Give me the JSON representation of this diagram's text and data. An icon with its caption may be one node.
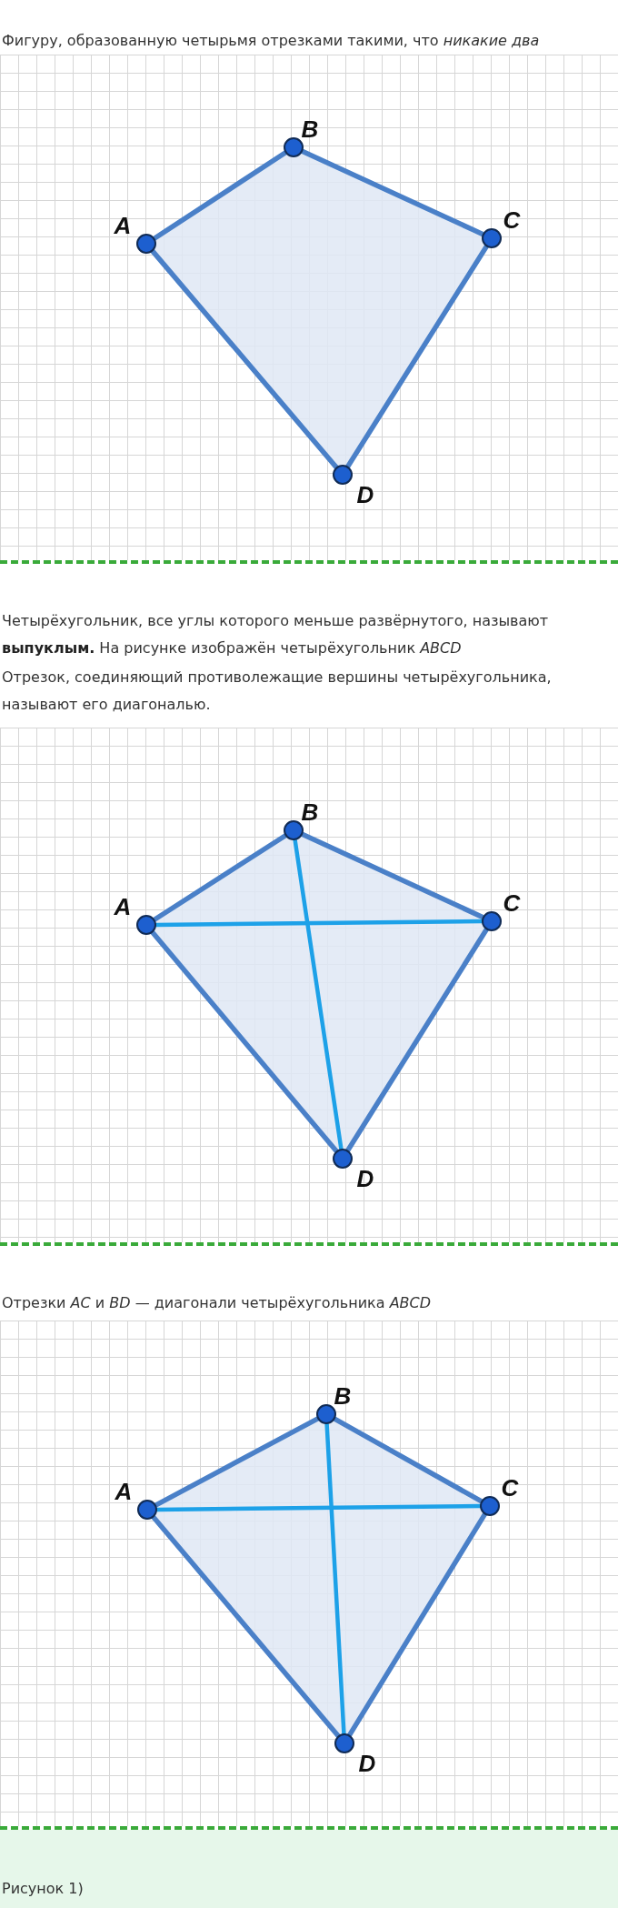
{
  "diagram": {
    "nodes": [
      {
        "text": [],
        "shape": "circle",
        "beside": [
          "A"
        ]
      },
      {
        "text": [],
        "shape": "circle",
        "beside": [
          "B"
        ]
      },
      {
        "text": [],
        "shape": "circle",
        "beside": [
          "C"
        ]
      },
      {
        "text": [],
        "shape": "circle",
        "beside": [
          "D"
        ]
      },
      {
        "text": [],
        "shape": "circle",
        "beside": [
          "A"
        ]
      },
      {
        "text": [],
        "shape": "circle",
        "beside": [
          "B"
        ]
      },
      {
        "text": [],
        "shape": "circle",
        "beside": [
          "C"
        ]
      },
      {
        "text": [],
        "shape": "circle",
        "beside": [
          "D"
        ]
      },
      {
        "text": [],
        "shape": "circle",
        "beside": [
          "A"
        ]
      },
      {
        "text": [],
        "shape": "circle",
        "beside": [
          "B"
        ]
      },
      {
        "text": [],
        "shape": "circle",
        "beside": [
          "C"
        ]
      },
      {
        "text": [],
        "shape": "circle",
        "beside": [
          "D"
        ]
      }
    ],
    "edges": [
      {
        "from": 0,
        "to": 1,
        "arrow": "none"
      },
      {
        "from": 1,
        "to": 2,
        "arrow": "none"
      },
      {
        "from": 2,
        "to": 3,
        "arrow": "none"
      },
      {
        "from": 3,
        "to": 0,
        "arrow": "none"
      },
      {
        "from": 4,
        "to": 5,
        "arrow": "none"
      },
      {
        "from": 5,
        "to": 6,
        "arrow": "none"
      },
      {
        "from": 6,
        "to": 7,
        "arrow": "none"
      },
      {
        "from": 7,
        "to": 4,
        "arrow": "none"
      },
      {
        "from": 4,
        "to": 6,
        "arrow": "none",
        "color": "#1da1e8"
      },
      {
        "from": 5,
        "to": 7,
        "arrow": "none",
        "color": "#1da1e8"
      },
      {
        "from": 8,
        "to": 9,
        "arrow": "none"
      },
      {
        "from": 9,
        "to": 10,
        "arrow": "none"
      },
      {
        "from": 10,
        "to": 11,
        "arrow": "none"
      },
      {
        "from": 11,
        "to": 8,
        "arrow": "none"
      },
      {
        "from": 8,
        "to": 10,
        "arrow": "none",
        "color": "#1da1e8"
      },
      {
        "from": 9,
        "to": 11,
        "arrow": "none",
        "color": "#1da1e8"
      }
    ],
    "labels": [
      "Фигуру, образованную четырьмя отрезками такими, что *никакие два*",
      "Четырёхугольник, все углы которого меньше развёрнутого, называют **выпуклым.** На рисунке изображён четырёхугольник *ABCD*",
      "Отрезок, соединяющий противолежащие вершины четырёхугольника, называют его диагональю.",
      "Отрезки *AC* и *BD* — диагонали четырёхугольника *ABCD*",
      "Рисунок 1)"
    ]
  }
}
